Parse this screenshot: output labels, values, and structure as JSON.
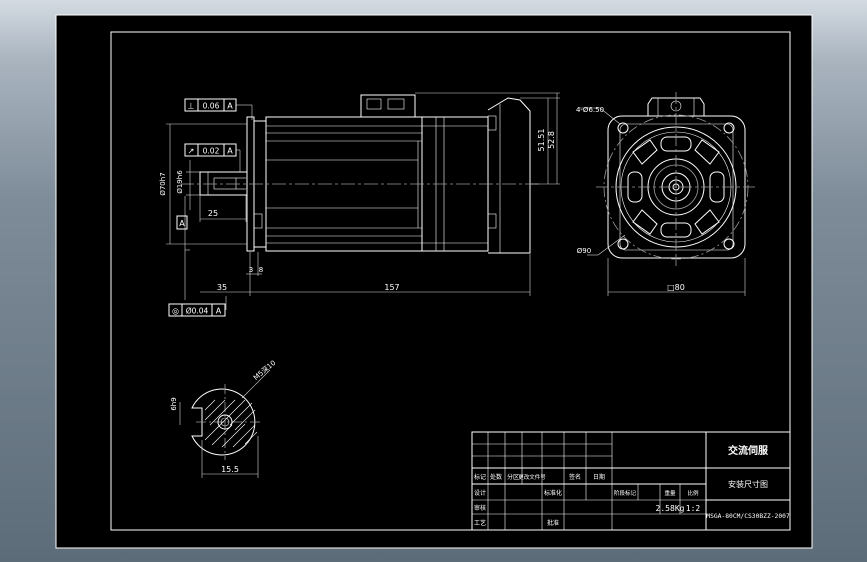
{
  "drawing": {
    "title": "交流伺服",
    "subtitle": "安装尺寸图",
    "part_number": "MSGA-80CM/CS30BZZ-2007",
    "weight": "2.58Kg",
    "sheet": "1:2",
    "col_headers": [
      "标记",
      "处数",
      "分区",
      "更改文件号",
      "签名",
      "日期"
    ],
    "row_labels": [
      "设计",
      "审核",
      "工艺"
    ],
    "small_labels": [
      "标准化",
      "批准"
    ],
    "stage_labels": [
      "阶段标记",
      "重量",
      "比例"
    ]
  },
  "dimensions": {
    "len_shaft": "35",
    "len_body": "157",
    "key_len": "25",
    "flange_t": "3",
    "flange_t2": "8",
    "h1": "51.51",
    "h2": "52.8",
    "dia_pilot": "Ø70h7",
    "dia_shaft": "Ø19h6",
    "holes": "4-Ø6.50",
    "pcd": "Ø90",
    "square": "□80",
    "key_w": "6h9",
    "key_depth": "15.5",
    "thread": "M5深10"
  },
  "tolerances": [
    {
      "symbol": "⊥",
      "value": "0.06",
      "datum": "A"
    },
    {
      "symbol": "↗",
      "value": "0.02",
      "datum": "A"
    },
    {
      "symbol": "◎",
      "value": "Ø0.04",
      "datum": "A"
    }
  ],
  "datum_label": "A"
}
